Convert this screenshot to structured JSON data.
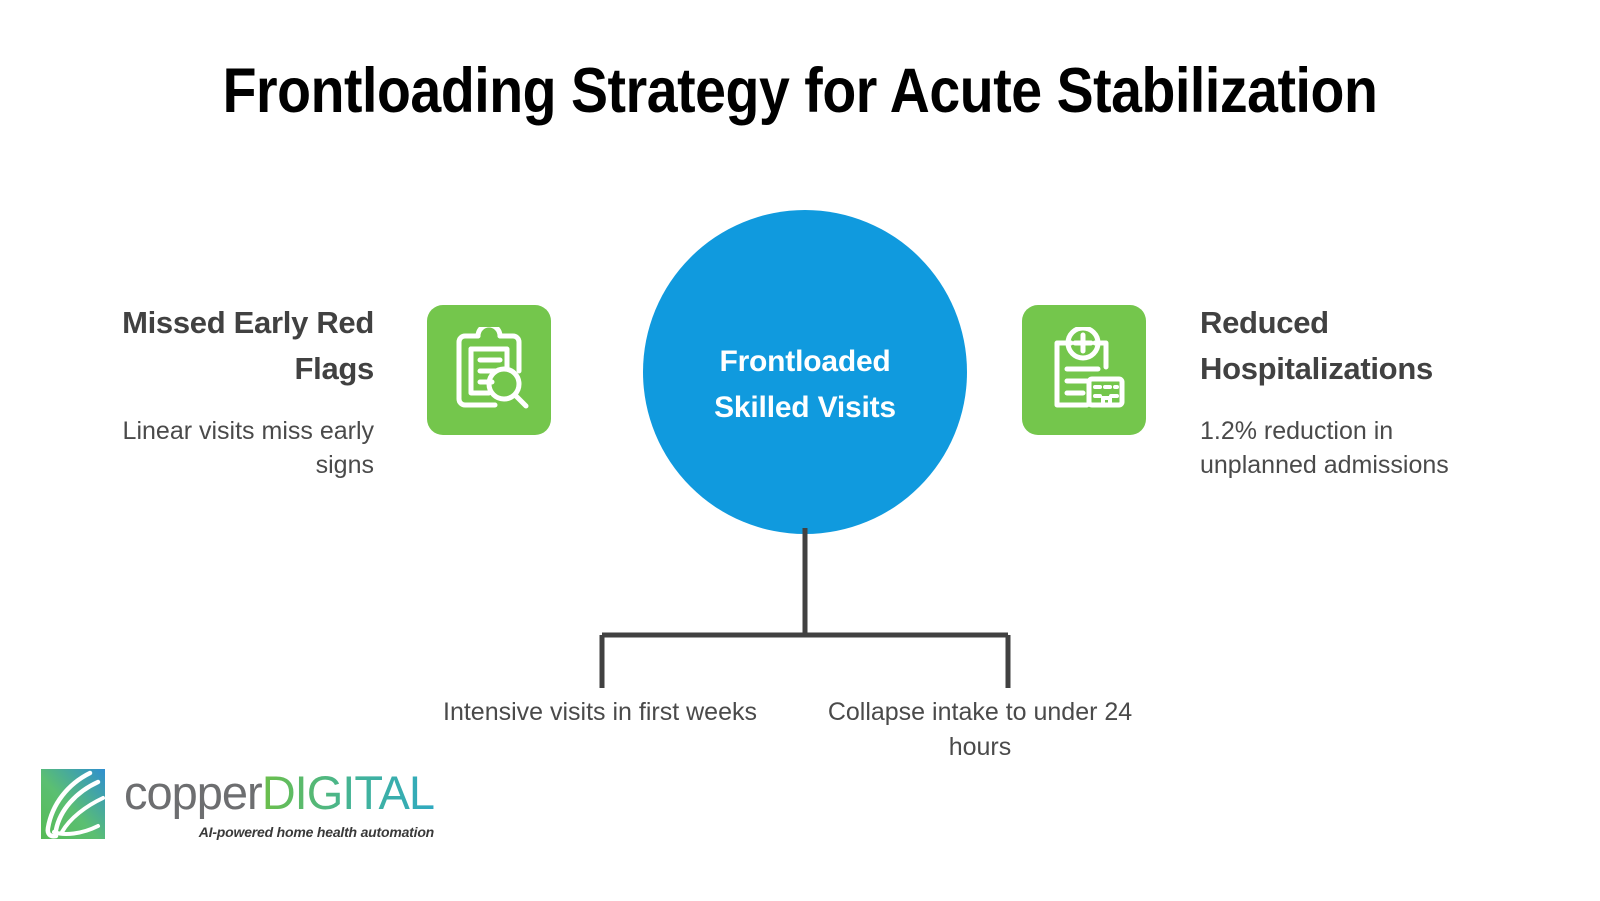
{
  "title": "Frontloading Strategy for Acute Stabilization",
  "colors": {
    "background": "#ffffff",
    "center_node": "#109ade",
    "icon_tile_green": "#74c64c",
    "connector_gray": "#414141",
    "heading_gray": "#414141",
    "body_gray": "#4a4a4a",
    "title_black": "#000000",
    "logo_copper_gray": "#6d6e70",
    "logo_gradient_start": "#6cbf4a",
    "logo_gradient_end": "#2fa9c0"
  },
  "center": {
    "label_line1": "Frontloaded",
    "label_line2": "Skilled Visits",
    "icon": "circle-node"
  },
  "left": {
    "heading": "Missed Early Red Flags",
    "subtext": "Linear visits miss early signs",
    "icon_name": "clipboard-search-icon"
  },
  "right": {
    "heading": "Reduced Hospitalizations",
    "subtext": "1.2% reduction in unplanned admissions",
    "icon_name": "medical-record-hospital-icon"
  },
  "leaves": [
    {
      "label": "Intensive visits in first weeks"
    },
    {
      "label": "Collapse intake to under 24 hours"
    }
  ],
  "logo": {
    "mark_icon": "copperdigital-swoosh-mark",
    "word_primary": "copper",
    "word_secondary": "DIGITAL",
    "tagline": "AI-powered home health automation"
  }
}
